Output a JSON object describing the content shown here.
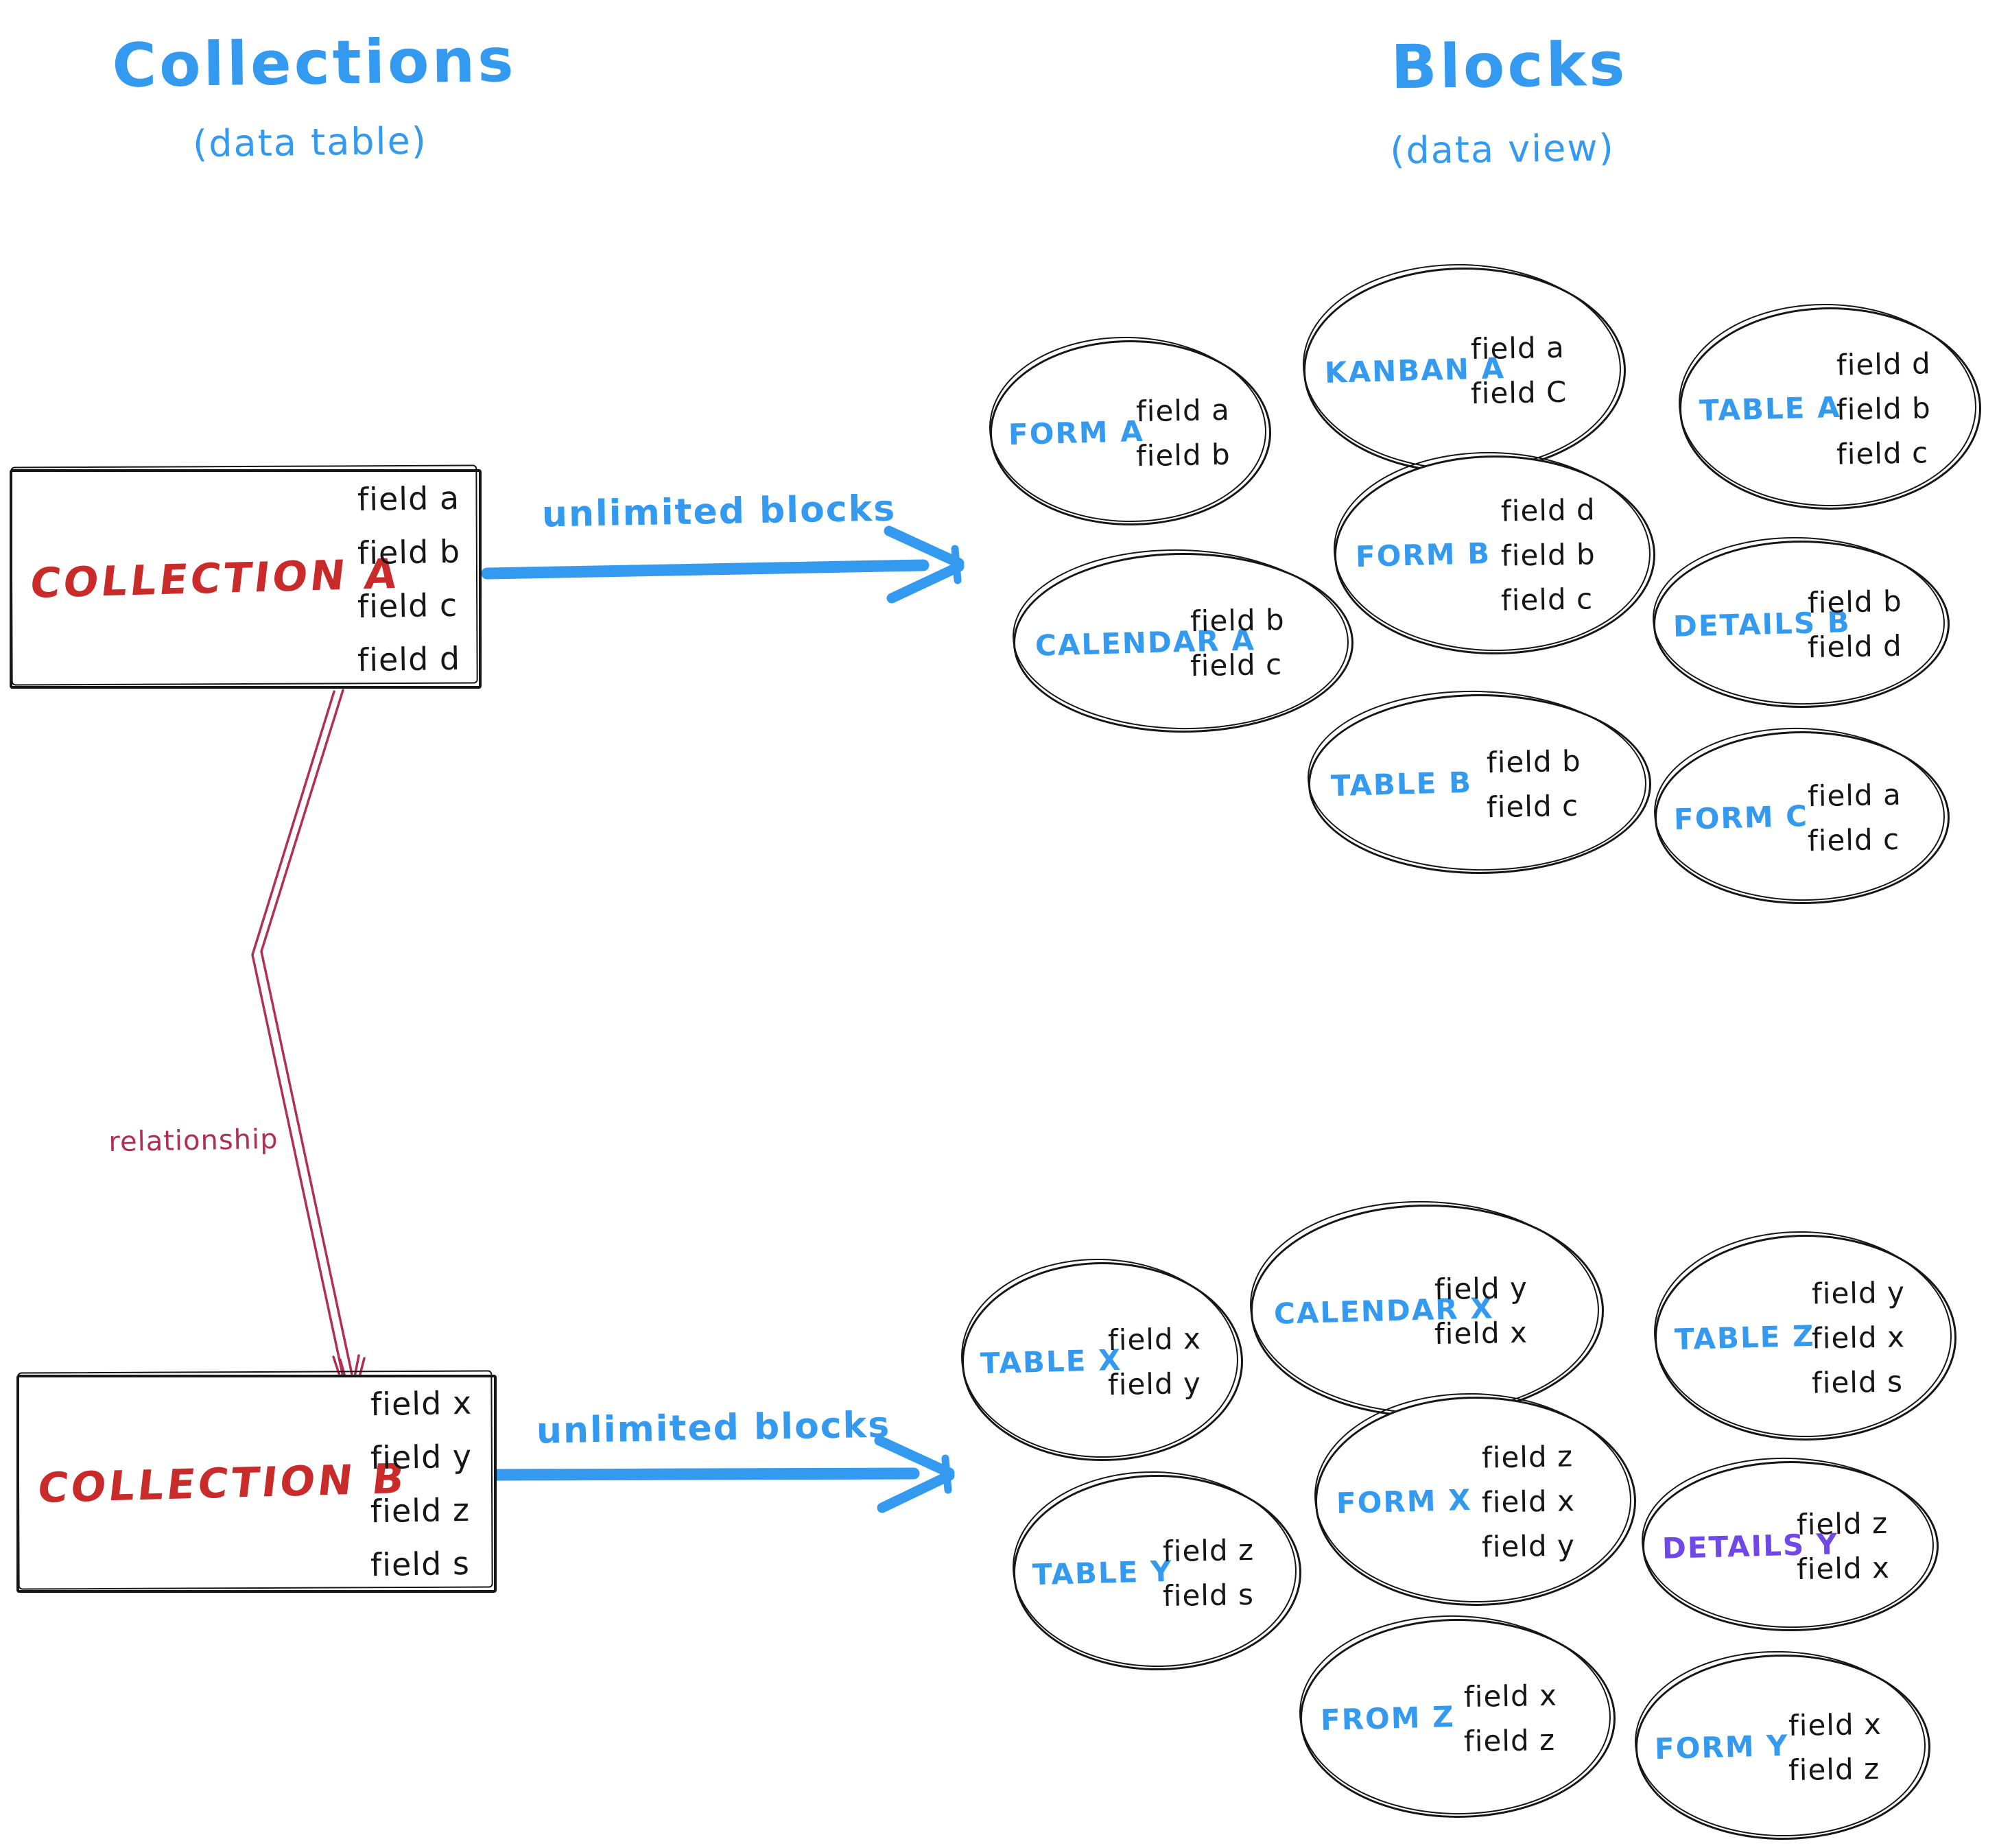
{
  "titles": {
    "left": {
      "title": "Collections",
      "subtitle": "(data table)"
    },
    "right": {
      "title": "Blocks",
      "subtitle": "(data view)"
    }
  },
  "relationship_label": "relationship",
  "colors": {
    "accent_blue": "#339af0",
    "collection_red": "#c92a2a",
    "relationship_maroon": "#b03052",
    "details_y_purple": "#7048e8",
    "ink_black": "#161616"
  },
  "collections": [
    {
      "id": "A",
      "name": "COLLECTION A",
      "fields": [
        "field a",
        "field b",
        "field c",
        "field d"
      ],
      "arrow_label": "unlimited blocks"
    },
    {
      "id": "B",
      "name": "COLLECTION B",
      "fields": [
        "field x",
        "field y",
        "field z",
        "field s"
      ],
      "arrow_label": "unlimited blocks"
    }
  ],
  "blocks": {
    "collection_a": [
      {
        "label": "FORM A",
        "color": "blue",
        "fields": [
          "field a",
          "field b"
        ]
      },
      {
        "label": "KANBAN A",
        "color": "blue",
        "fields": [
          "field a",
          "field C"
        ]
      },
      {
        "label": "TABLE A",
        "color": "blue",
        "fields": [
          "field d",
          "field b",
          "field c"
        ]
      },
      {
        "label": "FORM B",
        "color": "blue",
        "fields": [
          "field d",
          "field b",
          "field c"
        ]
      },
      {
        "label": "CALENDAR A",
        "color": "blue",
        "fields": [
          "field b",
          "field c"
        ]
      },
      {
        "label": "DETAILS B",
        "color": "blue",
        "fields": [
          "field b",
          "field d"
        ]
      },
      {
        "label": "TABLE B",
        "color": "blue",
        "fields": [
          "field b",
          "field c"
        ]
      },
      {
        "label": "FORM C",
        "color": "blue",
        "fields": [
          "field a",
          "field c"
        ]
      }
    ],
    "collection_b": [
      {
        "label": "TABLE X",
        "color": "blue",
        "fields": [
          "field x",
          "field y"
        ]
      },
      {
        "label": "CALENDAR X",
        "color": "blue",
        "fields": [
          "field y",
          "field x"
        ]
      },
      {
        "label": "TABLE Z",
        "color": "blue",
        "fields": [
          "field y",
          "field x",
          "field s"
        ]
      },
      {
        "label": "FORM X",
        "color": "blue",
        "fields": [
          "field z",
          "field x",
          "field y"
        ]
      },
      {
        "label": "TABLE Y",
        "color": "blue",
        "fields": [
          "field z",
          "field s"
        ]
      },
      {
        "label": "DETAILS Y",
        "color": "purple",
        "fields": [
          "field z",
          "field x"
        ]
      },
      {
        "label": "FROM Z",
        "color": "blue",
        "fields": [
          "field x",
          "field z"
        ]
      },
      {
        "label": "FORM Y",
        "color": "blue",
        "fields": [
          "field x",
          "field z"
        ]
      }
    ]
  }
}
